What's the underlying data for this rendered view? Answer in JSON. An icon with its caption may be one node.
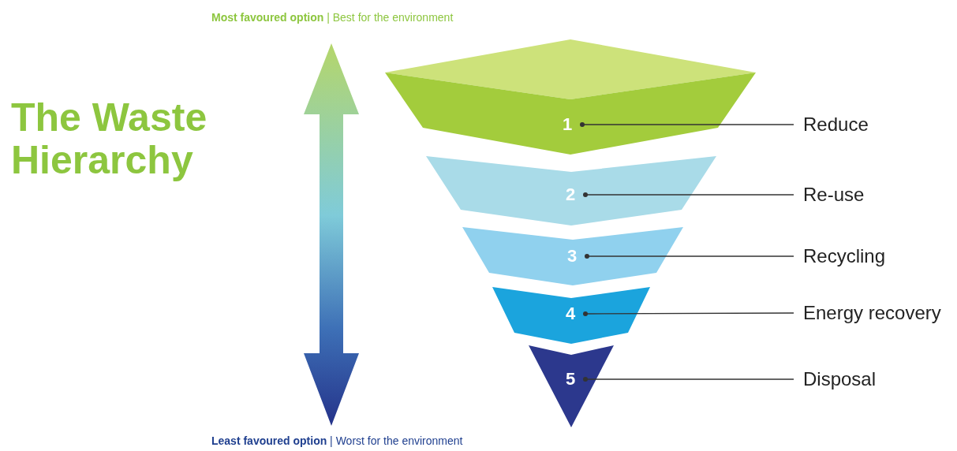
{
  "diagram": {
    "title": "The Waste Hierarchy",
    "nodes": [
      {
        "text": [
          "1"
        ]
      },
      {
        "text": [
          "2"
        ]
      },
      {
        "text": [
          "3"
        ]
      },
      {
        "text": [
          "4"
        ]
      },
      {
        "text": [
          "5"
        ]
      },
      {
        "text": [
          "Reduce"
        ]
      },
      {
        "text": [
          "Re-use"
        ]
      },
      {
        "text": [
          "Recycling"
        ]
      },
      {
        "text": [
          "Energy recovery"
        ]
      },
      {
        "text": [
          "Disposal"
        ]
      }
    ],
    "edges": [
      {
        "from": 0,
        "to": 5,
        "arrow": "other"
      },
      {
        "from": 1,
        "to": 6,
        "arrow": "other"
      },
      {
        "from": 2,
        "to": 7,
        "arrow": "other"
      },
      {
        "from": 3,
        "to": 8,
        "arrow": "other"
      },
      {
        "from": 4,
        "to": 9,
        "arrow": "other"
      }
    ],
    "labels": [
      "**Most favoured option** | Best for the environment",
      "**Least favoured option** | Worst for the environment"
    ]
  }
}
